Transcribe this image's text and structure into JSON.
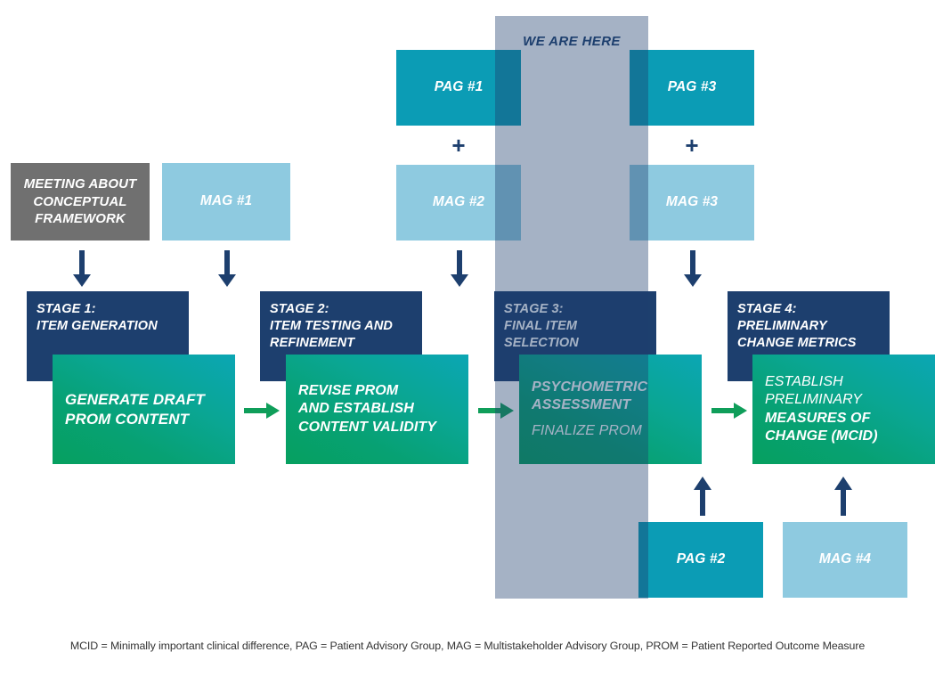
{
  "diagram": {
    "title": "PROM Development Stages",
    "here_label": "WE ARE HERE",
    "plus_symbol": "+",
    "colors": {
      "pag": "#0b9cb5",
      "mag": "#8ecae0",
      "meeting": "#707070",
      "stage": "#1d3f6e",
      "action_gradient_start": "#06a05f",
      "action_gradient_end": "#0ba6b4",
      "arrow_navy": "#1d3f6e",
      "arrow_green": "#0f9e5a",
      "band_overlay": "rgba(29,63,110,0.40)"
    },
    "groups": [
      {
        "id": "meeting",
        "label": "MEETING ABOUT\nCONCEPTUAL\nFRAMEWORK",
        "type": "meeting"
      },
      {
        "id": "mag1",
        "label": "MAG #1",
        "type": "mag"
      },
      {
        "id": "pag1",
        "label": "PAG #1",
        "type": "pag"
      },
      {
        "id": "mag2",
        "label": "MAG #2",
        "type": "mag"
      },
      {
        "id": "pag3",
        "label": "PAG #3",
        "type": "pag"
      },
      {
        "id": "mag3",
        "label": "MAG #3",
        "type": "mag"
      },
      {
        "id": "pag2",
        "label": "PAG #2",
        "type": "pag"
      },
      {
        "id": "mag4",
        "label": "MAG #4",
        "type": "mag"
      }
    ],
    "stages": [
      {
        "id": "stage1",
        "heading": "STAGE 1:\nITEM GENERATION",
        "action_primary": "GENERATE DRAFT\nPROM CONTENT",
        "action_secondary": ""
      },
      {
        "id": "stage2",
        "heading": "STAGE 2:\nITEM TESTING AND\nREFINEMENT",
        "action_primary": "REVISE PROM\nAND ESTABLISH\nCONTENT VALIDITY",
        "action_secondary": ""
      },
      {
        "id": "stage3",
        "heading": "STAGE 3:\nFINAL ITEM\nSELECTION",
        "action_primary": "PSYCHOMETRIC\nASSESSMENT",
        "action_secondary": "FINALIZE PROM"
      },
      {
        "id": "stage4",
        "heading": "STAGE 4:\nPRELIMINARY\nCHANGE METRICS",
        "action_primary": "MEASURES OF\nCHANGE (MCID)",
        "action_secondary": "ESTABLISH\nPRELIMINARY"
      }
    ],
    "caption": "MCID = Minimally important clinical difference, PAG = Patient Advisory Group, MAG = Multistakeholder Advisory Group, PROM = Patient Reported Outcome Measure"
  }
}
